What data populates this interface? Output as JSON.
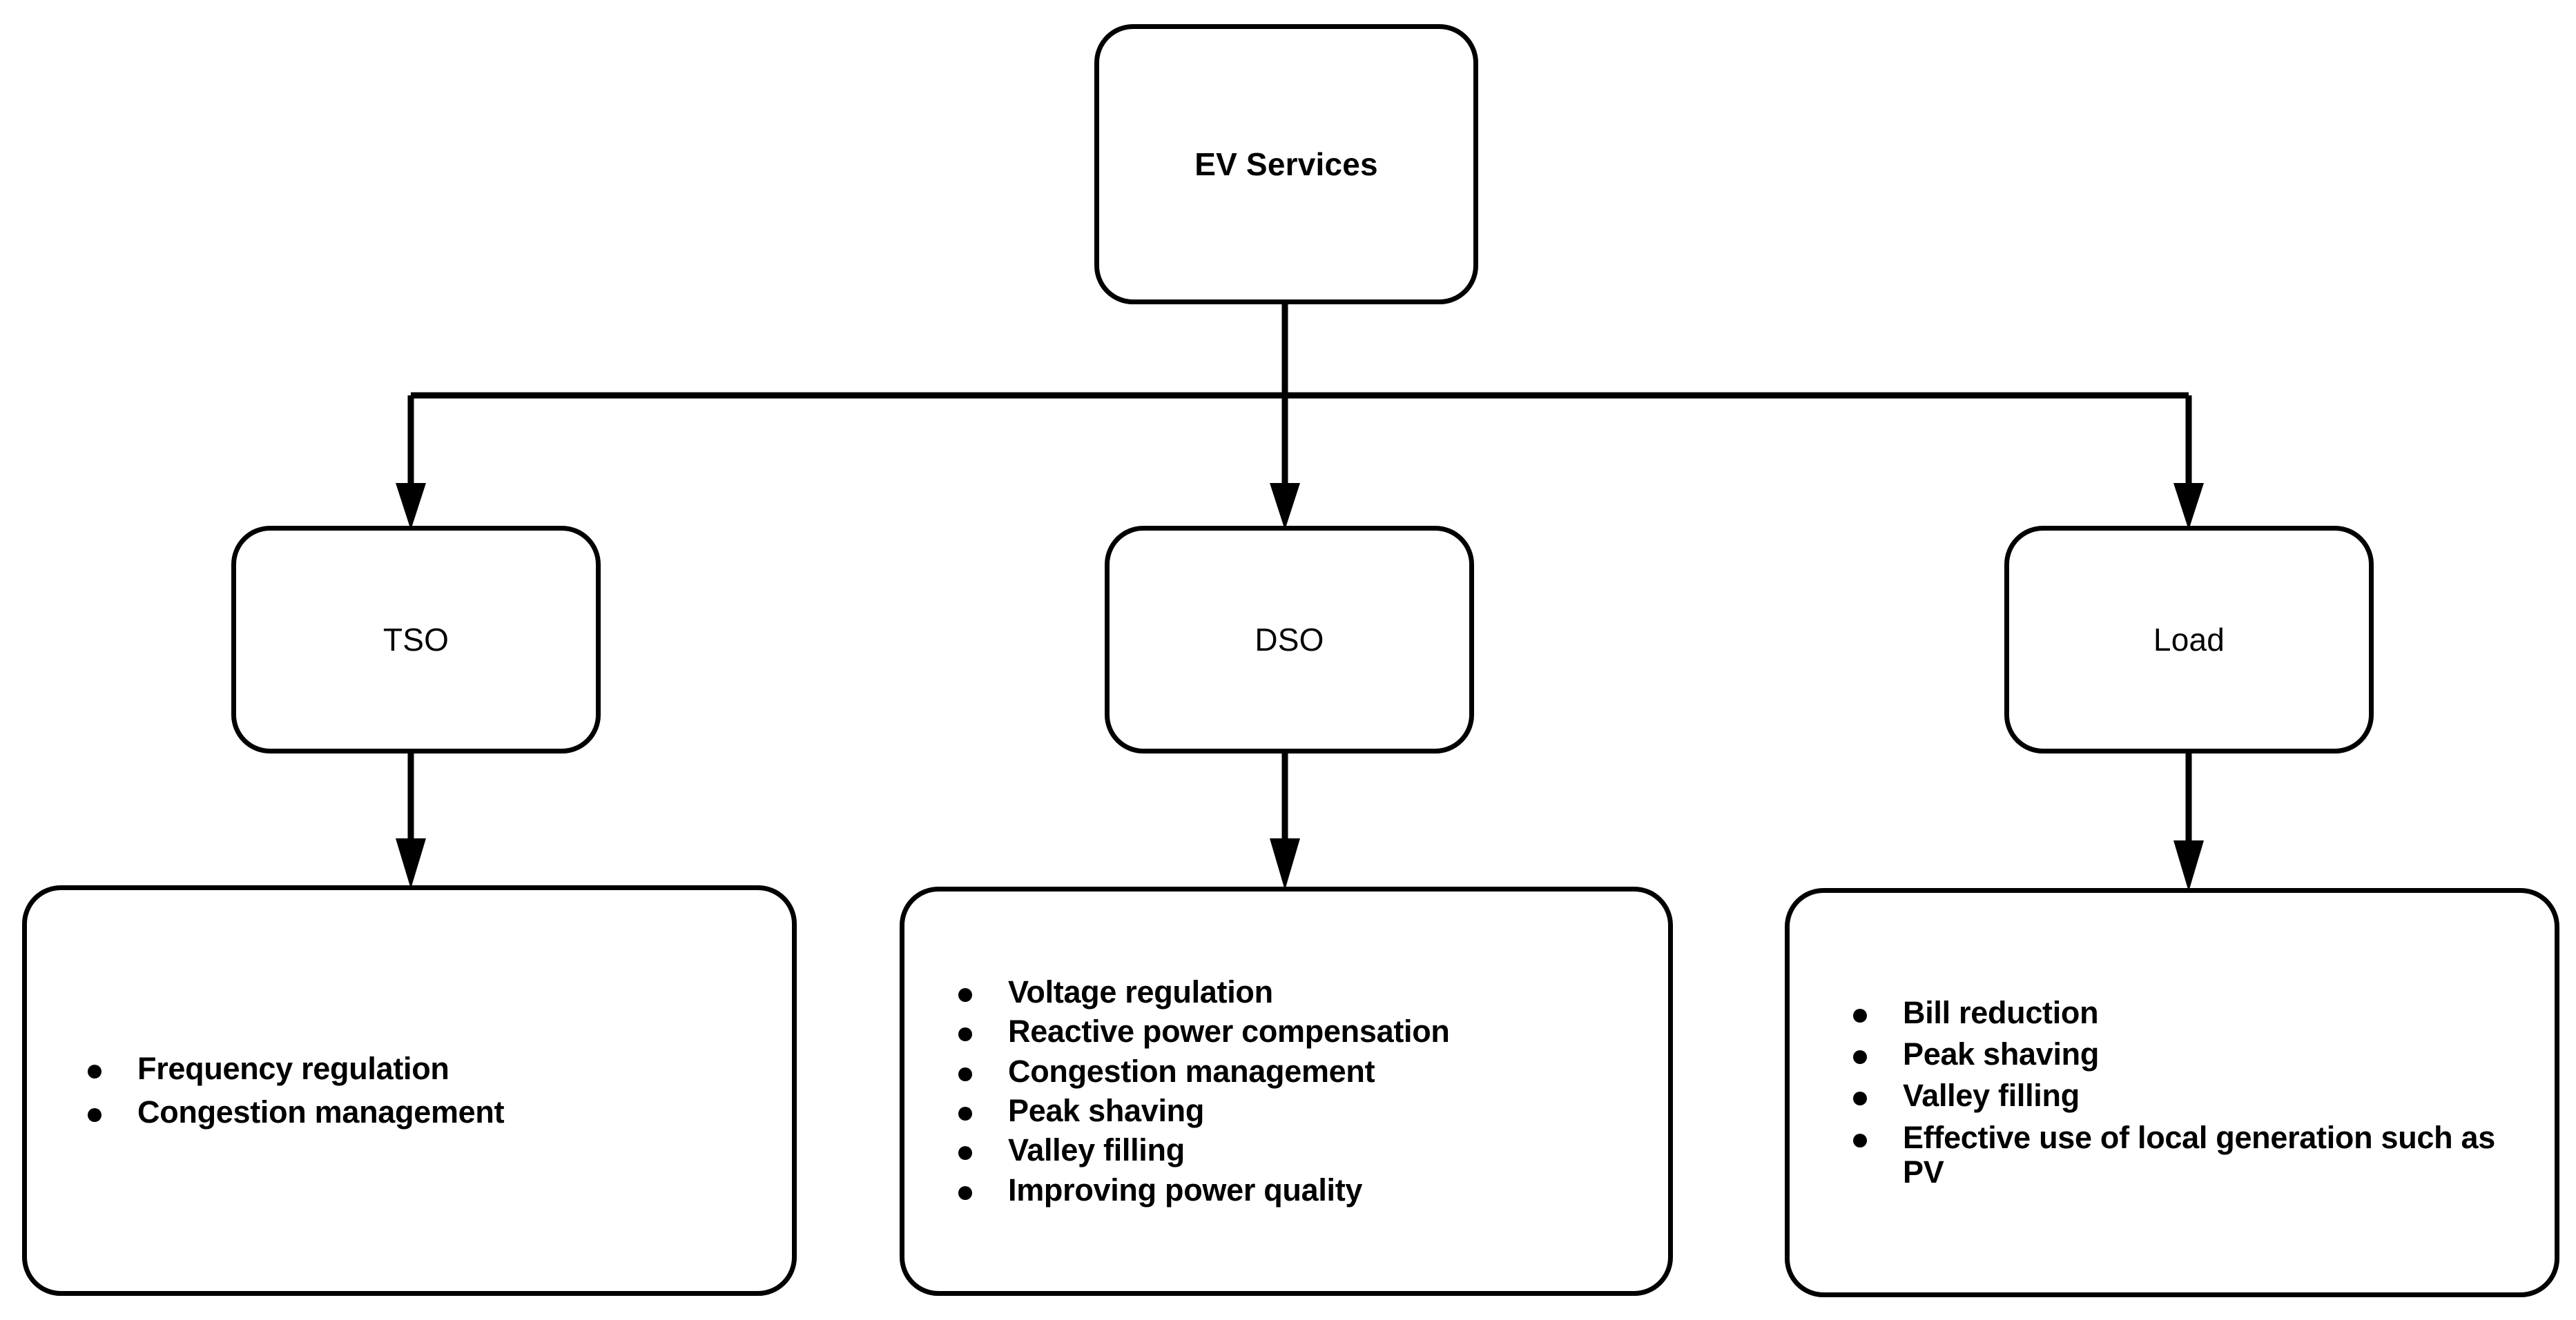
{
  "diagram": {
    "type": "hierarchy-flowchart",
    "root": {
      "id": "ev-services",
      "label": "EV Services"
    },
    "branches": [
      {
        "id": "tso",
        "label": "TSO",
        "services": [
          "Frequency regulation",
          "Congestion management"
        ]
      },
      {
        "id": "dso",
        "label": "DSO",
        "services": [
          "Voltage regulation",
          "Reactive power compensation",
          "Congestion management",
          "Peak shaving",
          "Valley filling",
          "Improving power quality"
        ]
      },
      {
        "id": "load",
        "label": "Load",
        "services": [
          "Bill reduction",
          "Peak shaving",
          "Valley filling",
          "Effective use of local generation such as PV"
        ]
      }
    ]
  },
  "style": {
    "background_color": "#ffffff",
    "line_color": "#000000",
    "text_color": "#000000",
    "box_fill": "#ffffff"
  }
}
